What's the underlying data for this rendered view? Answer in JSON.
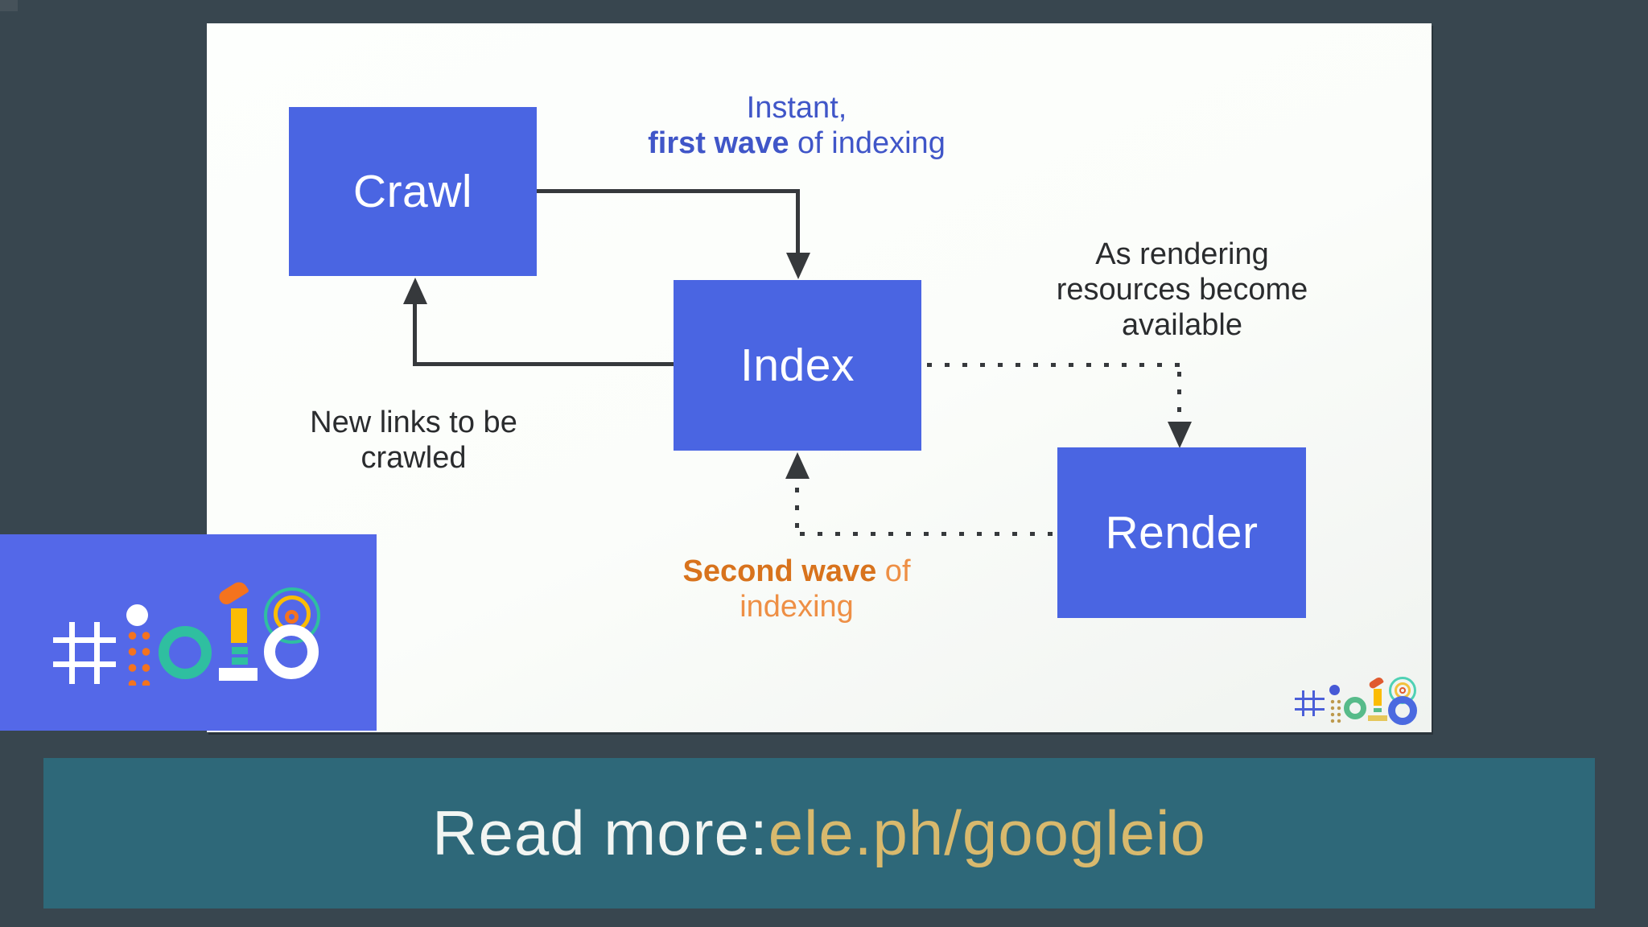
{
  "page": {
    "bg_color": "#38464f"
  },
  "slide": {
    "bg_color": "#fcfefb",
    "node_color": "#4a65e2",
    "nodes": [
      {
        "id": "crawl",
        "label": "Crawl"
      },
      {
        "id": "index",
        "label": "Index"
      },
      {
        "id": "render",
        "label": "Render"
      }
    ],
    "annotations": {
      "first_wave": {
        "line1": "Instant,",
        "line2_bold": "first wave",
        "line2_rest": " of indexing",
        "color": "#4056c8"
      },
      "as_rendering": {
        "line1": "As rendering",
        "line2": "resources become",
        "line3": "available"
      },
      "new_links": {
        "line1": "New links to be",
        "line2": "crawled"
      },
      "second_wave": {
        "line1_bold": "Second wave",
        "line1_rest": " of",
        "line2": "indexing",
        "bold_color": "#d8731d",
        "rest_color": "#ee8f45"
      }
    },
    "corner_logo_text": "#io18"
  },
  "logo_badge": {
    "text": "#io18",
    "bg_color": "#5468e8"
  },
  "banner": {
    "prefix": "Read more: ",
    "link": "ele.ph/googleio",
    "bg_color": "#2e6879",
    "link_color": "#d8b96d"
  }
}
